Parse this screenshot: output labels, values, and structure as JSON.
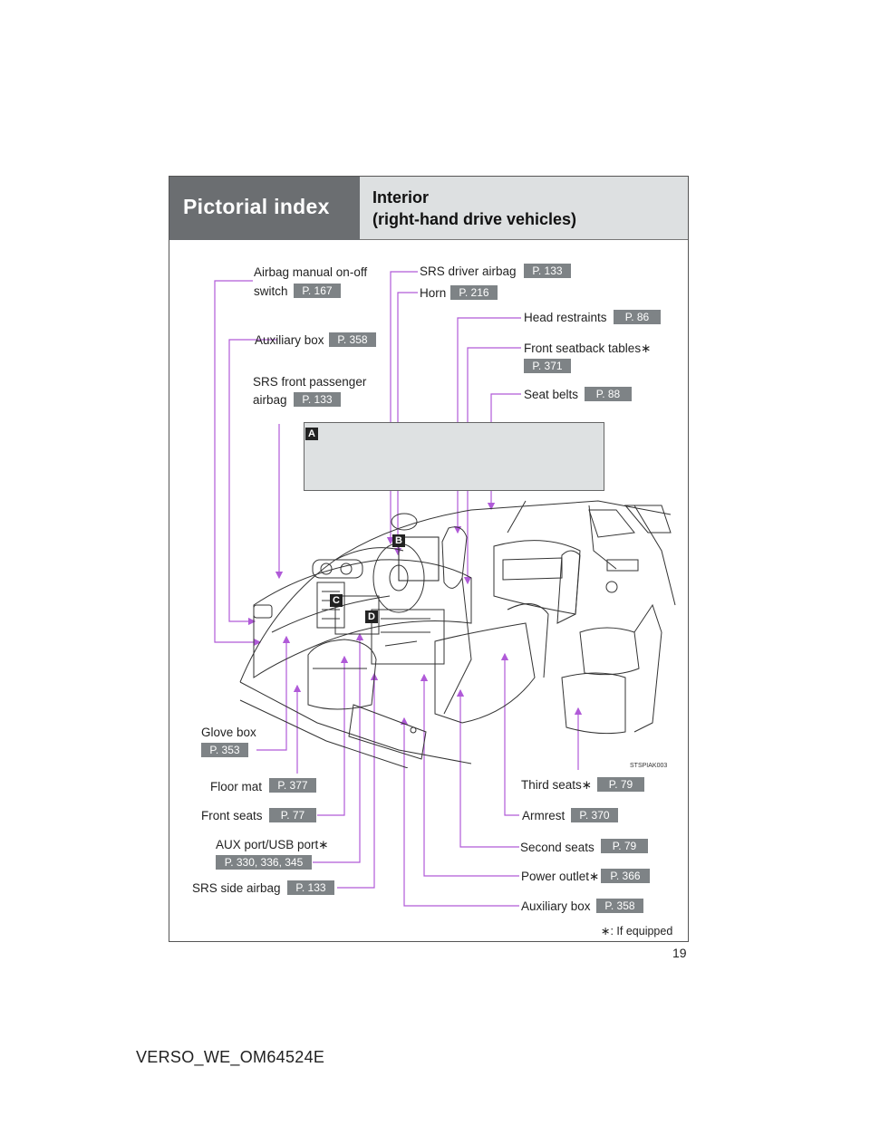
{
  "header": {
    "section": "Pictorial index",
    "title_line1": "Interior",
    "title_line2": "(right-hand drive vehicles)"
  },
  "panel_tags": {
    "a": "A",
    "b": "B",
    "c": "C",
    "d": "D"
  },
  "image_code": "STSPIAK003",
  "asterisk": "∗",
  "labels": {
    "airbag_switch_1": "Airbag manual on-off",
    "airbag_switch_2": "switch",
    "airbag_switch_page": "P. 167",
    "aux_box_top": "Auxiliary box",
    "aux_box_top_page": "P. 358",
    "srs_front_pass_1": "SRS front passenger",
    "srs_front_pass_2": "airbag",
    "srs_front_pass_page": "P. 133",
    "srs_driver": "SRS driver airbag",
    "srs_driver_page": "P. 133",
    "horn": "Horn",
    "horn_page": "P. 216",
    "head_restraints": "Head restraints",
    "head_restraints_page": "P. 86",
    "seatback_tables": "Front seatback tables",
    "seatback_tables_page": "P. 371",
    "seat_belts": "Seat belts",
    "seat_belts_page": "P. 88",
    "glove_box": "Glove box",
    "glove_box_page": "P. 353",
    "floor_mat": "Floor mat",
    "floor_mat_page": "P. 377",
    "front_seats": "Front seats",
    "front_seats_page": "P. 77",
    "aux_port": "AUX  port/USB port",
    "aux_port_page": "P. 330, 336, 345",
    "srs_side": "SRS side airbag",
    "srs_side_page": "P. 133",
    "third_seats": "Third seats",
    "third_seats_page": "P. 79",
    "armrest": "Armrest",
    "armrest_page": "P. 370",
    "second_seats": "Second seats",
    "second_seats_page": "P. 79",
    "power_outlet": "Power outlet",
    "power_outlet_page": "P. 366",
    "aux_box_bottom": "Auxiliary box",
    "aux_box_bottom_page": "P. 358"
  },
  "footnote": ": If equipped",
  "page_number": "19",
  "footer_code": "VERSO_WE_OM64524E",
  "colors": {
    "leader": "#b05ad8",
    "header_dark": "#6b6e71",
    "header_light": "#dde0e1",
    "page_tag": "#7e8386"
  }
}
